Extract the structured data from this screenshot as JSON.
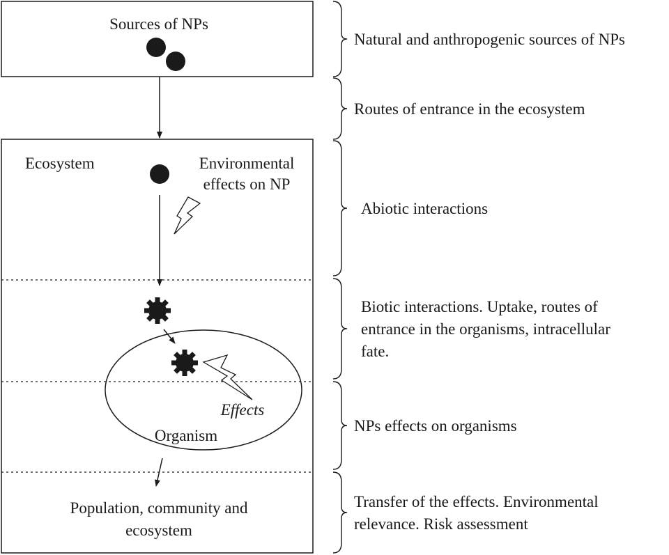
{
  "diagram": {
    "sources_box": {
      "label": "Sources of NPs"
    },
    "ecosystem_box": {
      "label": "Ecosystem",
      "env_effects_line1": "Environmental",
      "env_effects_line2": "effects on NP",
      "organism_label": "Organism",
      "effects_label": "Effects",
      "population_line1": "Population, community and",
      "population_line2": "ecosystem"
    },
    "annotations": [
      {
        "lines": [
          "Natural and anthropogenic sources of NPs"
        ]
      },
      {
        "lines": [
          "Routes of entrance in the ecosystem"
        ]
      },
      {
        "lines": [
          "Abiotic interactions"
        ]
      },
      {
        "lines": [
          "Biotic interactions. Uptake, routes of",
          "entrance in the organisms, intracellular",
          "fate."
        ]
      },
      {
        "lines": [
          "NPs effects on organisms"
        ]
      },
      {
        "lines": [
          "Transfer of the effects. Environmental",
          "relevance. Risk assessment"
        ]
      }
    ],
    "icons": {
      "nanoparticle": "nanoparticle-dot-icon",
      "modified_nanoparticle": "spiky-nanoparticle-icon",
      "effect": "lightning-bolt-icon"
    },
    "colors": {
      "ink": "#1a1a1a",
      "background": "#ffffff"
    }
  }
}
